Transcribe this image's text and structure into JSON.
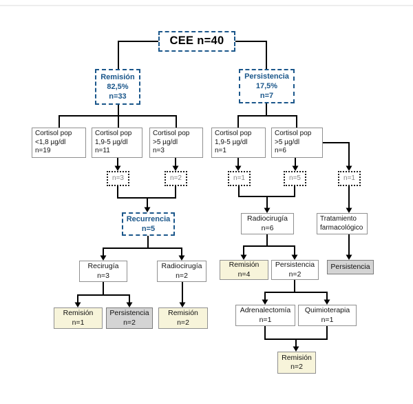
{
  "diagram": {
    "colors": {
      "blue": "#1a568a",
      "cream": "#f7f4da",
      "grayfill": "#d4d4d4",
      "muted": "#848484",
      "line": "#000000"
    },
    "nodes": {
      "cee": {
        "lines": [
          "CEE n=40"
        ]
      },
      "remision_group": {
        "lines": [
          "Remisión",
          "82,5%",
          "n=33"
        ]
      },
      "persistencia_group": {
        "lines": [
          "Persistencia",
          "17,5%",
          "n=7"
        ]
      },
      "cortisol_l1": {
        "lines": [
          "Cortisol pop",
          "<1,8 µg/dl",
          "n=19"
        ]
      },
      "cortisol_l2": {
        "lines": [
          "Cortisol pop",
          "1,9-5 µg/dl",
          "n=11"
        ]
      },
      "cortisol_l3": {
        "lines": [
          "Cortisol pop",
          ">5 µg/dl",
          "n=3"
        ]
      },
      "cortisol_r1": {
        "lines": [
          "Cortisol pop",
          "1,9-5 µg/dl",
          "n=1"
        ]
      },
      "cortisol_r2": {
        "lines": [
          "Cortisol pop",
          ">5 µg/dl",
          "n=6"
        ]
      },
      "dash_l1": {
        "lines": [
          "n=3"
        ]
      },
      "dash_l2": {
        "lines": [
          "n=2"
        ]
      },
      "dash_r1": {
        "lines": [
          "n=1"
        ]
      },
      "dash_r2": {
        "lines": [
          "n=5"
        ]
      },
      "dash_r3": {
        "lines": [
          "n=1"
        ]
      },
      "recurrencia": {
        "lines": [
          "Recurrencia",
          "n=5"
        ]
      },
      "radiocirugia6": {
        "lines": [
          "Radiocirugía",
          "n=6"
        ]
      },
      "tratamiento": {
        "lines": [
          "Tratamiento",
          "farmacológico"
        ]
      },
      "recirugia": {
        "lines": [
          "Recirugía",
          "n=3"
        ]
      },
      "radiocirugia2": {
        "lines": [
          "Radiocirugía",
          "n=2"
        ]
      },
      "remision4": {
        "lines": [
          "Remisión",
          "n=4"
        ]
      },
      "persistencia2a": {
        "lines": [
          "Persistencia",
          "n=2"
        ]
      },
      "persistencia_gray": {
        "lines": [
          "Persistencia"
        ]
      },
      "remision1": {
        "lines": [
          "Remisión",
          "n=1"
        ]
      },
      "persistencia2b": {
        "lines": [
          "Persistencia",
          "n=2"
        ]
      },
      "remision2a": {
        "lines": [
          "Remisión",
          "n=2"
        ]
      },
      "adrenalectomia": {
        "lines": [
          "Adrenalectomía",
          "n=1"
        ]
      },
      "quimioterapia": {
        "lines": [
          "Quimioterapia",
          "n=1"
        ]
      },
      "remision2b": {
        "lines": [
          "Remisión",
          "n=2"
        ]
      }
    }
  }
}
